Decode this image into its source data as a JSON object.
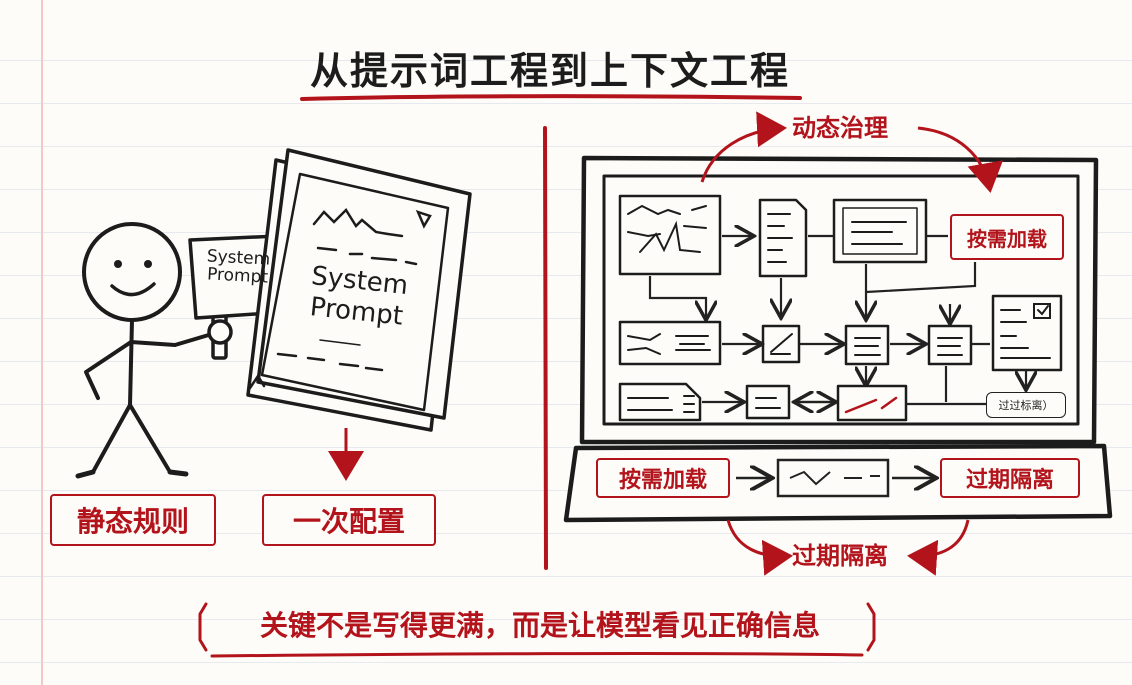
{
  "title": "从提示词工程到上下文工程",
  "left": {
    "sign_text": "System\nPrompt",
    "doc_text": "System\nPrompt",
    "label_static": "静态规则",
    "label_once": "一次配置"
  },
  "right": {
    "top_arc_label": "动态治理",
    "bottom_arc_label": "过期隔离",
    "box_load_top": "按需加载",
    "box_tiny": "过过标离）",
    "base_load": "按需加载",
    "base_isolate": "过期隔离"
  },
  "footer": "关键不是写得更满，而是让模型看见正确信息",
  "colors": {
    "accent": "#b3141c",
    "ink": "#1c1c1c"
  }
}
